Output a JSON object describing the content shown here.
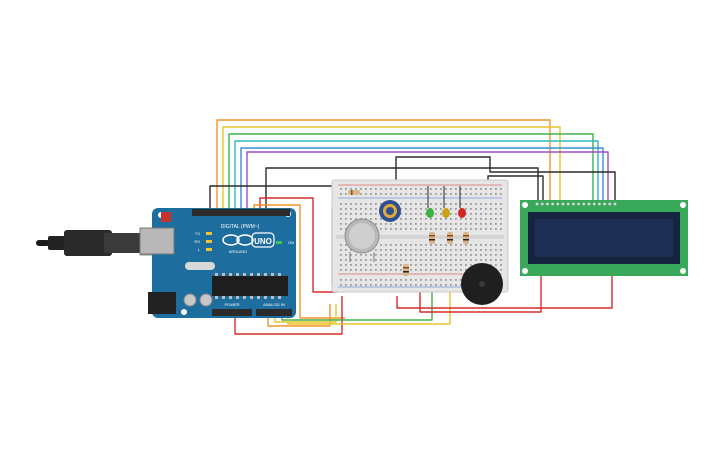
{
  "arduino": {
    "brand": "UNO",
    "maker": "ARDUINO",
    "header_digital": "DIGITAL (PWM~)",
    "header_power": "POWER",
    "header_analog": "ANALOG IN",
    "label_tx": "TX",
    "label_rx": "RX",
    "label_l": "L",
    "label_on": "ON"
  },
  "colors": {
    "board_blue": "#1d6e9e",
    "lcd_green": "#3aa85a",
    "lcd_screen": "#1e2f55",
    "wire_red": "#d62a2a",
    "wire_black": "#2b2b2b",
    "wire_orange": "#f0962a",
    "wire_yellow": "#e8c42a",
    "wire_green": "#3fb04a",
    "wire_blue": "#3b8fd6",
    "wire_cyan": "#2fb6c4",
    "wire_purple": "#9b4fc2",
    "led_green": "#3cb043",
    "led_yellow": "#c9a21c",
    "led_red": "#d32626"
  },
  "components": {
    "usb_cable": "usb-cable-icon",
    "gas_sensor": "gas-sensor-icon",
    "potentiometer": "potentiometer-icon",
    "buzzer": "piezo-buzzer-icon",
    "lcd": "lcd-16x2-icon",
    "breadboard": "breadboard-icon"
  }
}
